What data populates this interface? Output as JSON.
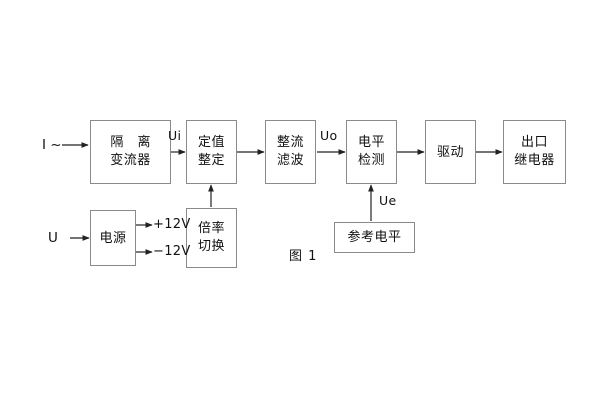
{
  "figure": {
    "caption": "图 1",
    "background_color": "#ffffff",
    "stroke_color": "#8a8a8a",
    "text_color": "#111111"
  },
  "inputs": [
    {
      "id": "current-input",
      "label": "I ~"
    },
    {
      "id": "voltage-input",
      "label": "U"
    }
  ],
  "blocks": [
    {
      "id": "isolation-transformer",
      "line1": "隔 离",
      "line2": "变流器"
    },
    {
      "id": "setting-adjustment",
      "line1": "定值",
      "line2": "整定"
    },
    {
      "id": "rectify-filter",
      "line1": "整流",
      "line2": "滤波"
    },
    {
      "id": "level-detection",
      "line1": "电平",
      "line2": "检测"
    },
    {
      "id": "drive",
      "line1": "驱动",
      "line2": ""
    },
    {
      "id": "output-relay",
      "line1": "出口",
      "line2": "继电器"
    },
    {
      "id": "power-supply",
      "line1": "电源",
      "line2": ""
    },
    {
      "id": "multiplier-switch",
      "line1": "倍率",
      "line2": "切换"
    },
    {
      "id": "reference-level",
      "line1": "参考电平",
      "line2": ""
    }
  ],
  "signal_labels": [
    {
      "id": "ui",
      "label": "Ui"
    },
    {
      "id": "uo",
      "label": "Uo"
    },
    {
      "id": "ue",
      "label": "Ue"
    }
  ],
  "power_rails": [
    {
      "id": "rail-positive",
      "label": "+12V"
    },
    {
      "id": "rail-negative",
      "label": "−12V"
    }
  ]
}
